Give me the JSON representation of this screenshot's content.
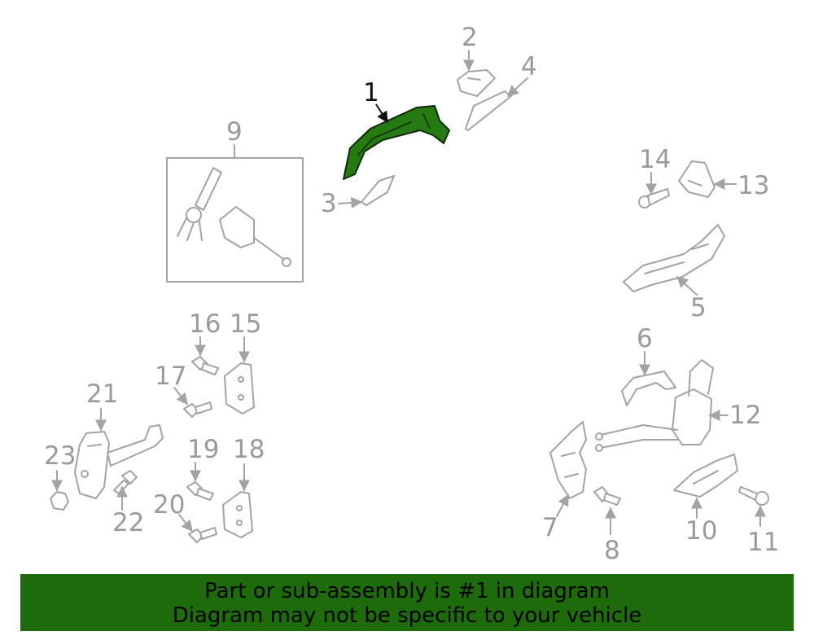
{
  "callouts": {
    "c1": "1",
    "c2": "2",
    "c3": "3",
    "c4": "4",
    "c5": "5",
    "c6": "6",
    "c7": "7",
    "c8": "8",
    "c9": "9",
    "c10": "10",
    "c11": "11",
    "c12": "12",
    "c13": "13",
    "c14": "14",
    "c15": "15",
    "c16": "16",
    "c17": "17",
    "c18": "18",
    "c19": "19",
    "c20": "20",
    "c21": "21",
    "c22": "22",
    "c23": "23"
  },
  "highlight_color": "#267a12",
  "banner": {
    "line1": "Part or sub-assembly is #1 in diagram",
    "line2": "Diagram may not be specific to your vehicle",
    "color": "#1e6b0c"
  }
}
